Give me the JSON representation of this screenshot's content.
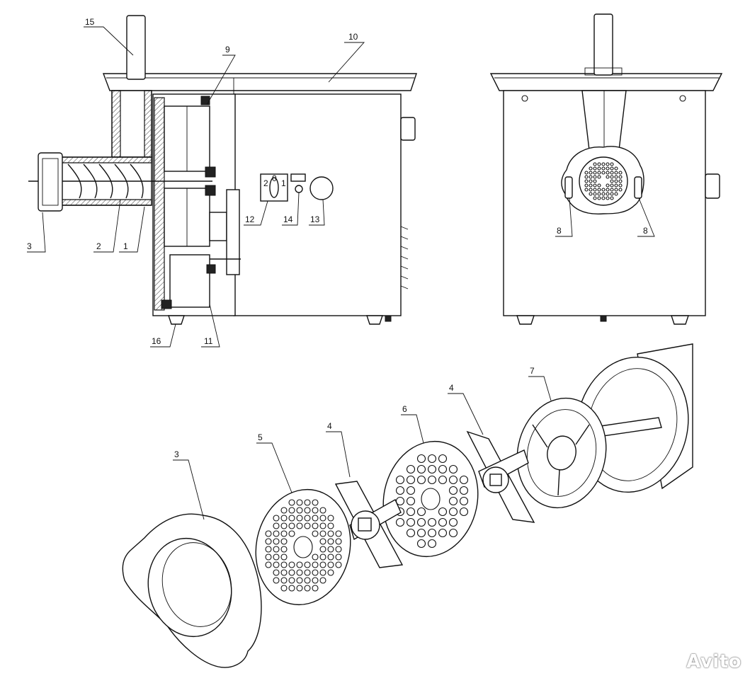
{
  "callouts": {
    "c1": "1",
    "c2": "2",
    "c3": "3",
    "c3b": "3",
    "c4a": "4",
    "c4b": "4",
    "c5": "5",
    "c6": "6",
    "c7": "7",
    "c8a": "8",
    "c8b": "8",
    "c9": "9",
    "c10": "10",
    "c11": "11",
    "c12": "12",
    "c13": "13",
    "c14": "14",
    "c15": "15",
    "c16": "16"
  },
  "switch": {
    "p0": "0",
    "p1": "1",
    "p2": "2"
  },
  "watermark": "Avito"
}
